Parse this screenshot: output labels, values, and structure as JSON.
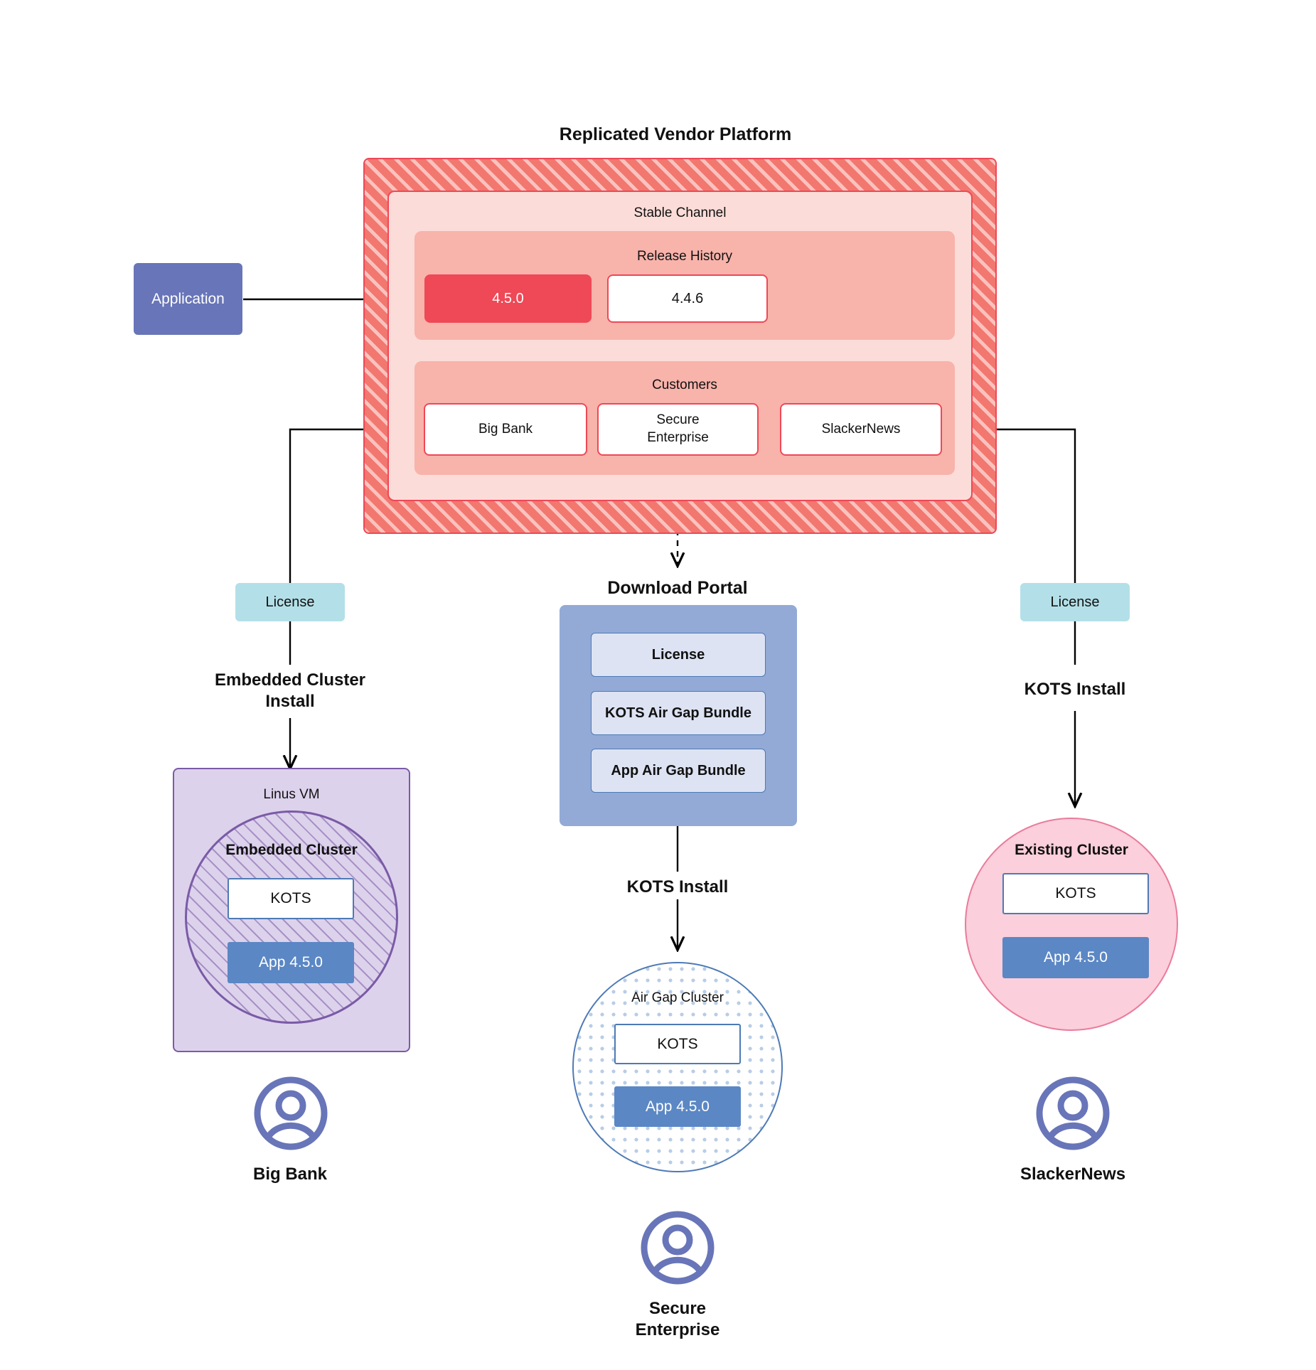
{
  "diagram": {
    "title": "Replicated Vendor Platform",
    "colors": {
      "platform_fill": "#f2776f",
      "platform_border": "#ef4856",
      "channel_fill": "#fbdcd8",
      "section_fill": "#f8b3ab",
      "release_current": "#ef4856",
      "application": "#6875b8",
      "license_chip": "#b3e0e8",
      "portal": "#93aad6",
      "portal_item": "#dde3f3",
      "vm": "#ddd2ec",
      "vm_border": "#7a5ba6",
      "existing_cluster": "#fbcfdb",
      "existing_cluster_border": "#ea7b9c",
      "airgap_border": "#4e7ab5",
      "kots_border": "#4e7ab5",
      "app_version_box": "#5b87c4",
      "avatar": "#6875b8"
    }
  },
  "application": {
    "label": "Application"
  },
  "platform": {
    "channel_title": "Stable Channel",
    "release_history": {
      "title": "Release History",
      "releases": [
        {
          "version": "4.5.0",
          "state": "current"
        },
        {
          "version": "4.4.6",
          "state": "previous"
        }
      ]
    },
    "customers": {
      "title": "Customers",
      "items": [
        {
          "name": "Big Bank"
        },
        {
          "name": "Secure\nEnterprise"
        },
        {
          "name": "SlackerNews"
        }
      ]
    }
  },
  "branches": {
    "left": {
      "license_label": "License",
      "install_label": "Embedded Cluster\nInstall",
      "vm_title": "Linus VM",
      "cluster_title": "Embedded Cluster",
      "kots_label": "KOTS",
      "app_label": "App 4.5.0",
      "person_label": "Big Bank"
    },
    "middle": {
      "portal_title": "Download  Portal",
      "portal_items": [
        {
          "label": "License"
        },
        {
          "label": "KOTS Air Gap Bundle"
        },
        {
          "label": "App Air Gap Bundle"
        }
      ],
      "install_label": "KOTS Install",
      "cluster_title": "Air Gap Cluster",
      "kots_label": "KOTS",
      "app_label": "App 4.5.0",
      "person_label": "Secure\nEnterprise"
    },
    "right": {
      "license_label": "License",
      "install_label": "KOTS Install",
      "cluster_title": "Existing Cluster",
      "kots_label": "KOTS",
      "app_label": "App 4.5.0",
      "person_label": "SlackerNews"
    }
  }
}
